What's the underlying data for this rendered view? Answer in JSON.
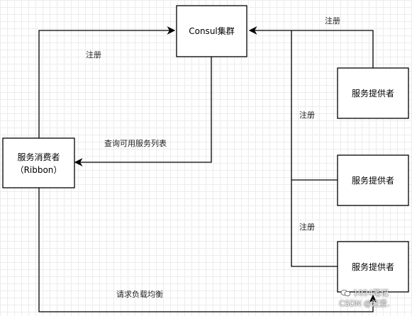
{
  "nodes": {
    "consul_cluster": "Consul集群",
    "consumer_line1": "服务消费者",
    "consumer_line2": "（Ribbon）",
    "provider_1": "服务提供者",
    "provider_2": "服务提供者",
    "provider_3": "服务提供者"
  },
  "edges": {
    "consumer_register": "注册",
    "query_services": "查询可用服务列表",
    "load_balance": "请求负载均衡",
    "provider_register_top": "注册",
    "provider_register_mid": "注册",
    "provider_register_low": "注册"
  },
  "watermark": {
    "line1": "1024笔记",
    "line2": "CSDN @汪爱."
  }
}
